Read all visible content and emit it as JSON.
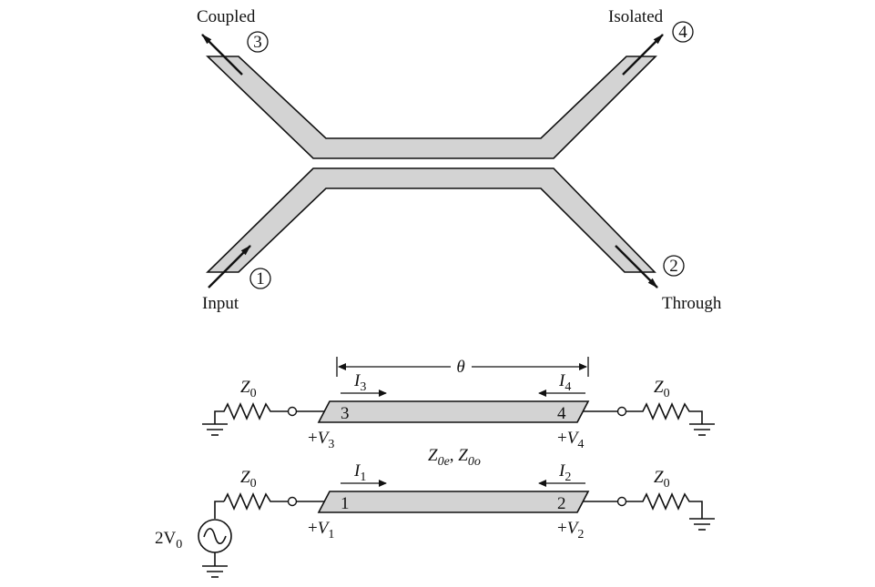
{
  "top": {
    "coupled_label": "Coupled",
    "isolated_label": "Isolated",
    "input_label": "Input",
    "through_label": "Through",
    "port1": "1",
    "port2": "2",
    "port3": "3",
    "port4": "4"
  },
  "bottom": {
    "theta": "θ",
    "impedance_left_top": {
      "base": "Z",
      "sub": "0"
    },
    "impedance_right_top": {
      "base": "Z",
      "sub": "0"
    },
    "impedance_left_bottom": {
      "base": "Z",
      "sub": "0"
    },
    "impedance_right_bottom": {
      "base": "Z",
      "sub": "0"
    },
    "current_3": {
      "base": "I",
      "sub": "3"
    },
    "current_4": {
      "base": "I",
      "sub": "4"
    },
    "current_1": {
      "base": "I",
      "sub": "1"
    },
    "current_2": {
      "base": "I",
      "sub": "2"
    },
    "voltage_3": {
      "prefix": "+",
      "base": "V",
      "sub": "3"
    },
    "voltage_4": {
      "prefix": "+",
      "base": "V",
      "sub": "4"
    },
    "voltage_1": {
      "prefix": "+",
      "base": "V",
      "sub": "1"
    },
    "voltage_2": {
      "prefix": "+",
      "base": "V",
      "sub": "2"
    },
    "line_impedance": {
      "z1": "Z",
      "s1": "0e",
      "sep": ", ",
      "z2": "Z",
      "s2": "0o"
    },
    "source": {
      "base": "2V",
      "sub": "0"
    },
    "strip_top_left": "3",
    "strip_top_right": "4",
    "strip_bottom_left": "1",
    "strip_bottom_right": "2"
  }
}
